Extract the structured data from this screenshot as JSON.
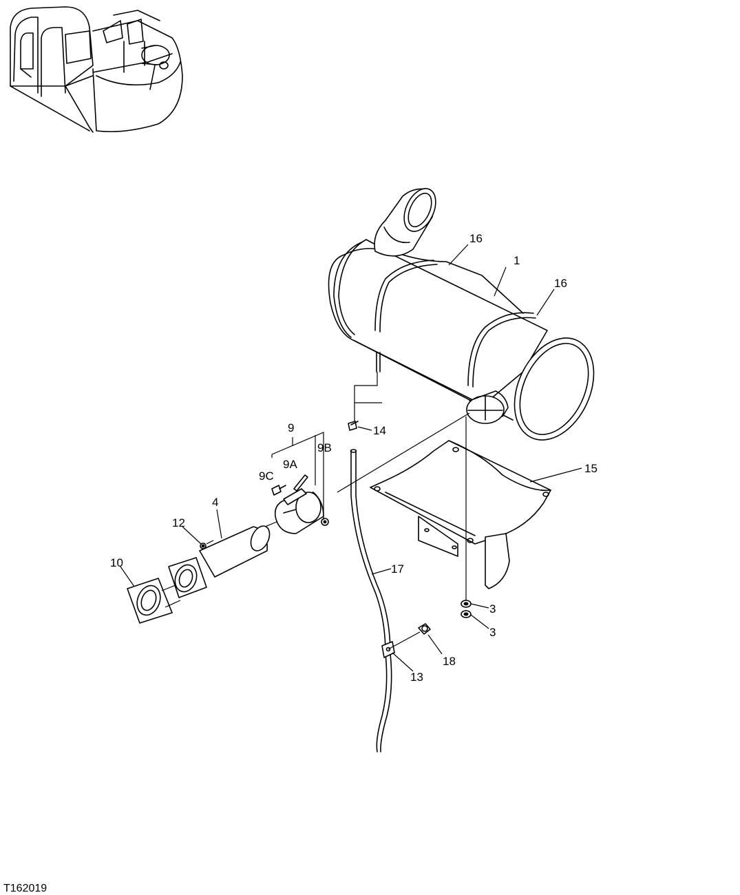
{
  "figure_id": "T162019",
  "callouts": {
    "c1": "1",
    "c3a": "3",
    "c3b": "3",
    "c4": "4",
    "c9": "9",
    "c9a": "9A",
    "c9b": "9B",
    "c9c": "9C",
    "c10": "10",
    "c12": "12",
    "c13": "13",
    "c14": "14",
    "c15": "15",
    "c16a": "16",
    "c16b": "16",
    "c17": "17",
    "c18": "18"
  }
}
